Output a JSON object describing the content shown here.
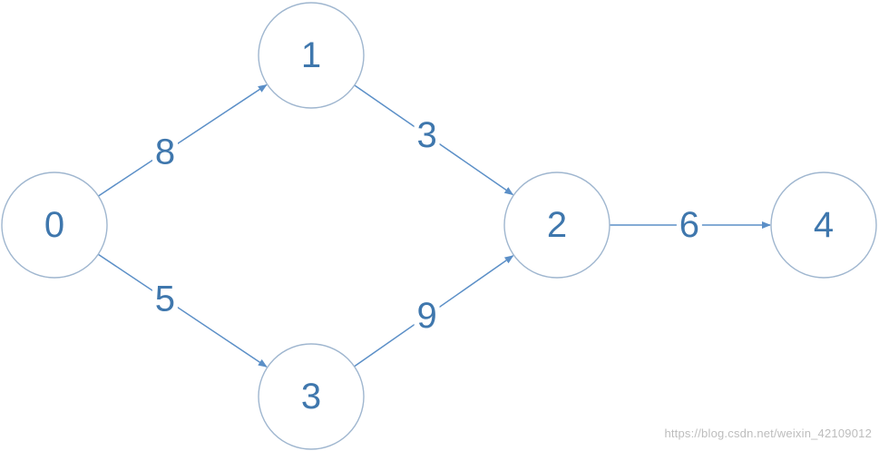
{
  "nodes": [
    {
      "id": "0",
      "label": "0"
    },
    {
      "id": "1",
      "label": "1"
    },
    {
      "id": "2",
      "label": "2"
    },
    {
      "id": "3",
      "label": "3"
    },
    {
      "id": "4",
      "label": "4"
    }
  ],
  "edges": [
    {
      "from": "0",
      "to": "1",
      "weight": "8"
    },
    {
      "from": "0",
      "to": "3",
      "weight": "5"
    },
    {
      "from": "1",
      "to": "2",
      "weight": "3"
    },
    {
      "from": "3",
      "to": "2",
      "weight": "9"
    },
    {
      "from": "2",
      "to": "4",
      "weight": "6"
    }
  ],
  "watermark": "https://blog.csdn.net/weixin_42109012",
  "colors": {
    "node_stroke": "#9fb6cf",
    "edge": "#5b8fc7",
    "text": "#3f77ad"
  }
}
